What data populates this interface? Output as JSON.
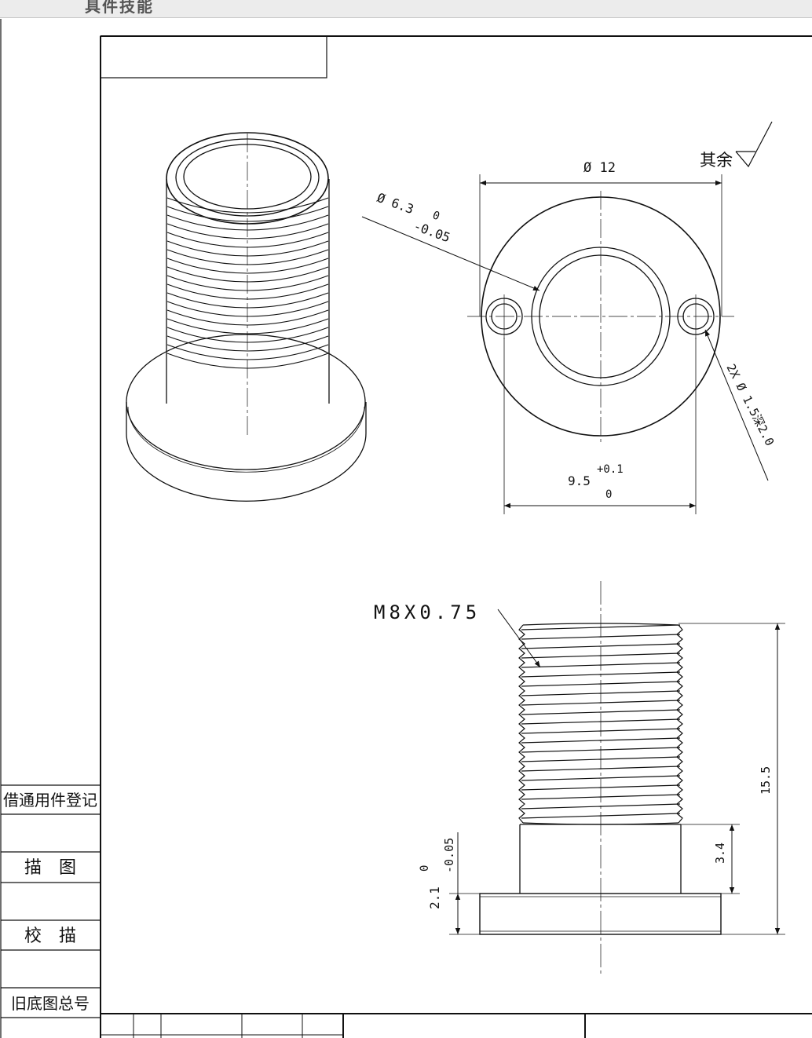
{
  "window": {
    "title": "具件技能"
  },
  "side_panel": {
    "cells": [
      {
        "label": "借通用件登记"
      },
      {
        "label": "描　图"
      },
      {
        "label": "校　描"
      },
      {
        "label": "旧底图总号"
      }
    ]
  },
  "annotations": {
    "surface_finish_note": "其余",
    "outer_diameter": "Ø 12",
    "bore_diameter": "Ø 6.3",
    "bore_upper_tol": "0",
    "bore_lower_tol": "-0.05",
    "hole_callout": "2X Ø 1.5深2.0",
    "hole_spacing": "9.5",
    "hole_spacing_upper_tol": "+0.1",
    "hole_spacing_lower_tol": "0",
    "thread_spec": "M8X0.75",
    "overall_length": "15.5",
    "collar_length": "3.4",
    "flange_thickness": "2.1",
    "flange_upper_tol": "0",
    "flange_lower_tol": "-0.05"
  }
}
